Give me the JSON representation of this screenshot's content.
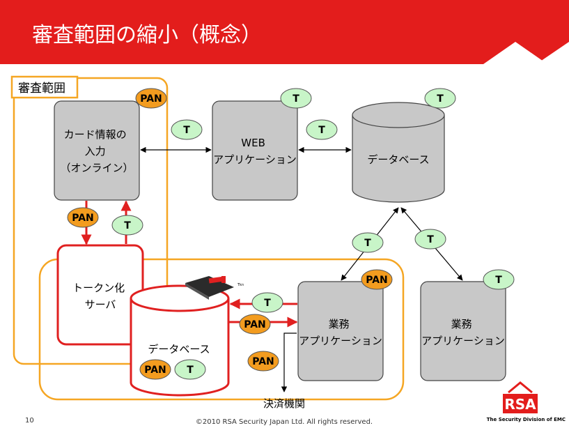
{
  "header": {
    "title": "審査範囲の縮小（概念）"
  },
  "scope_label": "審査範囲",
  "nodes": {
    "card_input": {
      "lines": [
        "カード情報の",
        "入力",
        "（オンライン）"
      ]
    },
    "web_app": {
      "lines": [
        "WEB",
        "アプリケーション"
      ]
    },
    "database_top": {
      "lines": [
        "データベース"
      ]
    },
    "token_server": {
      "lines": [
        "トークン化",
        "サーバ"
      ]
    },
    "database_token": {
      "lines": [
        "データベース"
      ]
    },
    "business_app_1": {
      "lines": [
        "業務",
        "アプリケーション"
      ]
    },
    "business_app_2": {
      "lines": [
        "業務",
        "アプリケーション"
      ]
    },
    "settlement": {
      "label": "決済機関"
    }
  },
  "badges": {
    "pan": "PAN",
    "token": "T"
  },
  "device_tag": "Tkn",
  "footer": {
    "page_number": "10",
    "copyright": "©2010 RSA Security Japan Ltd. All rights reserved.",
    "logo_text": "RSA",
    "logo_tagline": "The Security Division of EMC"
  },
  "colors": {
    "header_red": "#e31d1c",
    "scope_orange": "#f5a623",
    "pan_fill": "#f39c1f",
    "token_fill": "#c8f5c8",
    "box_gray": "#c8c8c8",
    "red_path": "#e02020"
  }
}
